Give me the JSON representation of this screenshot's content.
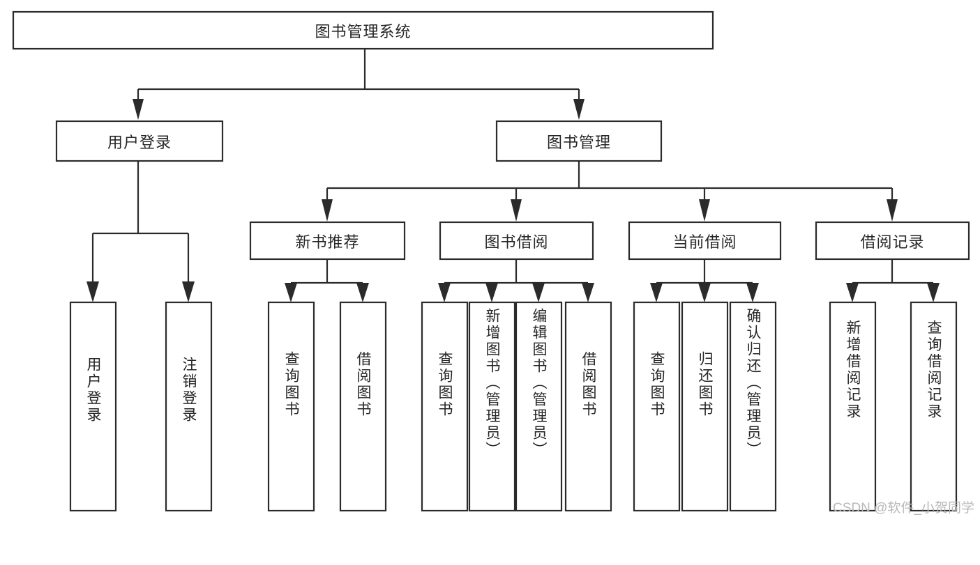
{
  "diagram": {
    "type": "tree",
    "title": "图书管理系统",
    "watermark": "CSDN @软件_小贺同学",
    "root": {
      "label": "图书管理系统",
      "orientation": "horizontal"
    },
    "level2": [
      {
        "label": "用户登录",
        "orientation": "horizontal"
      },
      {
        "label": "图书管理",
        "orientation": "horizontal"
      }
    ],
    "level3": [
      {
        "label": "新书推荐",
        "orientation": "horizontal"
      },
      {
        "label": "图书借阅",
        "orientation": "horizontal"
      },
      {
        "label": "当前借阅",
        "orientation": "horizontal"
      },
      {
        "label": "借阅记录",
        "orientation": "horizontal"
      }
    ],
    "leaves": {
      "user_login": [
        {
          "label": "用户登录",
          "orientation": "vertical"
        },
        {
          "label": "注销登录",
          "orientation": "vertical"
        }
      ],
      "new_book_recommend": [
        {
          "label": "查询图书",
          "orientation": "vertical"
        },
        {
          "label": "借阅图书",
          "orientation": "vertical"
        }
      ],
      "book_borrow": [
        {
          "label": "查询图书",
          "orientation": "vertical"
        },
        {
          "label": "新增图书（管理员）",
          "orientation": "vertical"
        },
        {
          "label": "编辑图书（管理员）",
          "orientation": "vertical"
        },
        {
          "label": "借阅图书",
          "orientation": "vertical"
        }
      ],
      "current_borrow": [
        {
          "label": "查询图书",
          "orientation": "vertical"
        },
        {
          "label": "归还图书",
          "orientation": "vertical"
        },
        {
          "label": "确认归还（管理员）",
          "orientation": "vertical"
        }
      ],
      "borrow_record": [
        {
          "label": "新增借阅记录",
          "orientation": "vertical"
        },
        {
          "label": "查询借阅记录",
          "orientation": "vertical"
        }
      ]
    },
    "colors": {
      "box_stroke": "#2b2b2b",
      "box_fill": "#ffffff",
      "text": "#262626",
      "background": "#ffffff",
      "watermark": "#b9b9b9"
    }
  }
}
